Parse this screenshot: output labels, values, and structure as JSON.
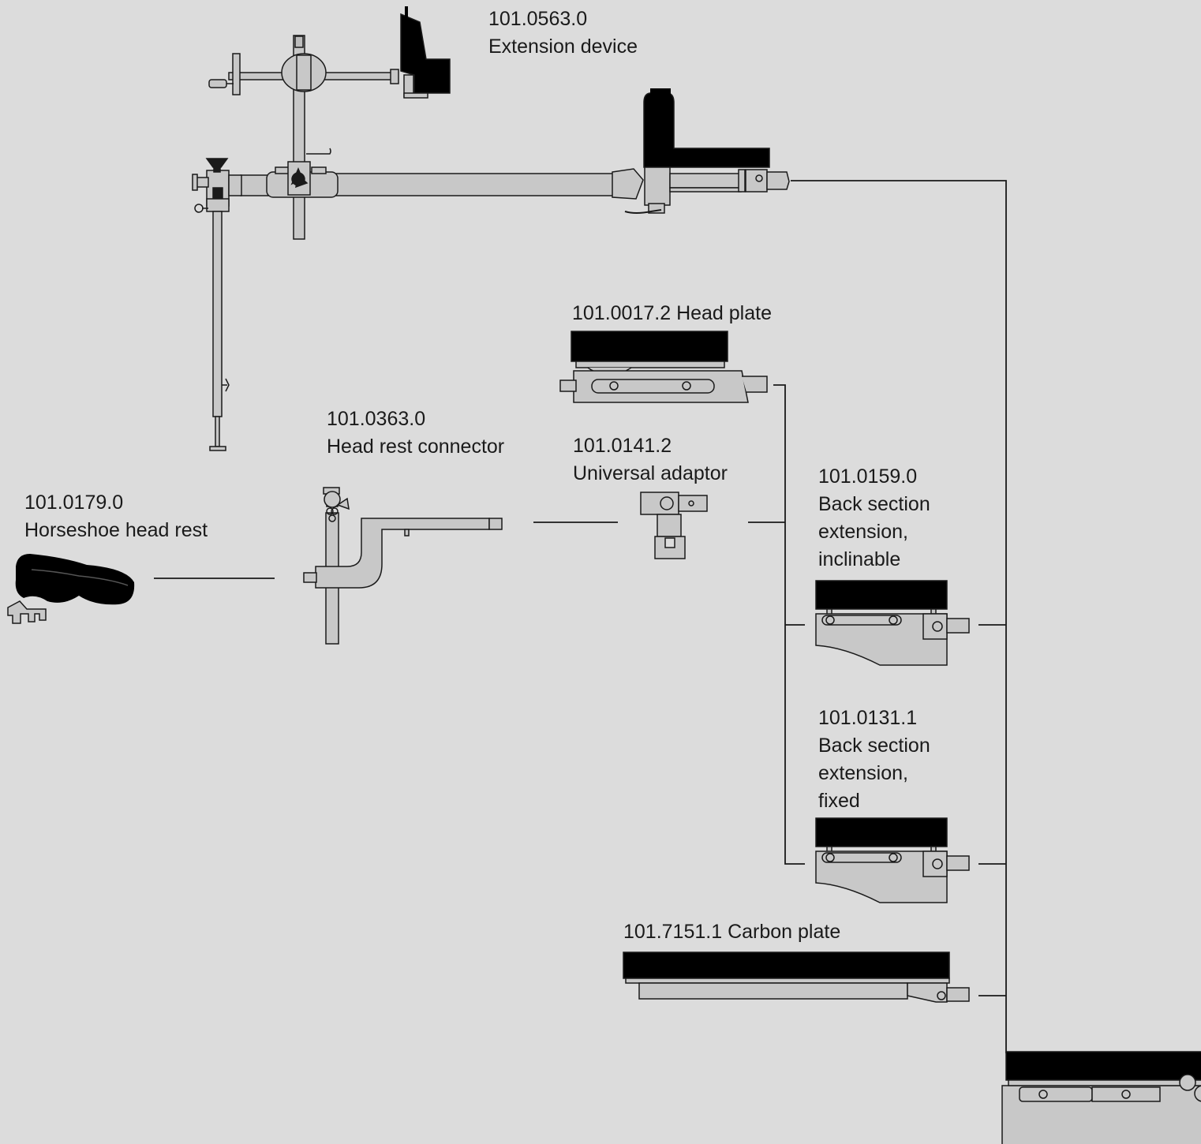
{
  "colors": {
    "background": "#dcdcdc",
    "part_fill": "#c8c8c8",
    "pad": "#000000",
    "line": "#1a1a1a"
  },
  "parts": {
    "extension_device": {
      "lines": [
        "101.0563.0",
        "Extension device"
      ]
    },
    "head_plate": {
      "lines": [
        "101.0017.2 Head plate"
      ]
    },
    "head_rest_connector": {
      "lines": [
        "101.0363.0",
        "Head rest connector"
      ]
    },
    "universal_adaptor": {
      "lines": [
        "101.0141.2",
        "Universal adaptor"
      ]
    },
    "horseshoe_head_rest": {
      "lines": [
        "101.0179.0",
        "Horseshoe head rest"
      ]
    },
    "back_section_inclinable": {
      "lines": [
        "101.0159.0",
        "Back section",
        "extension,",
        "inclinable"
      ]
    },
    "back_section_fixed": {
      "lines": [
        "101.0131.1",
        "Back section",
        "extension,",
        "fixed"
      ]
    },
    "carbon_plate": {
      "lines": [
        "101.7151.1 Carbon plate"
      ]
    }
  }
}
